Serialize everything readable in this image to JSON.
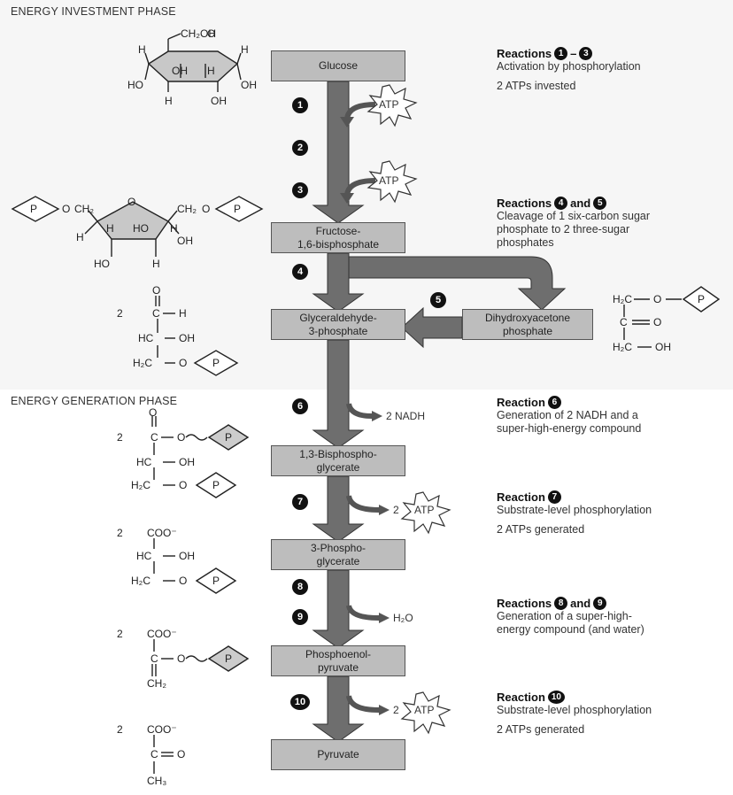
{
  "phases": {
    "investment": "ENERGY INVESTMENT PHASE",
    "generation": "ENERGY GENERATION PHASE"
  },
  "molecules": {
    "glucose": "Glucose",
    "f16bp_1": "Fructose-",
    "f16bp_2": "1,6-bisphosphate",
    "g3p_1": "Glyceraldehyde-",
    "g3p_2": "3-phosphate",
    "dhap_1": "Dihydroxyacetone",
    "dhap_2": "phosphate",
    "bpg_1": "1,3-Bisphospho-",
    "bpg_2": "glycerate",
    "pg3_1": "3-Phospho-",
    "pg3_2": "glycerate",
    "pep_1": "Phosphoenol-",
    "pep_2": "pyruvate",
    "pyruvate": "Pyruvate"
  },
  "steps": [
    "1",
    "2",
    "3",
    "4",
    "5",
    "6",
    "7",
    "8",
    "9",
    "10"
  ],
  "side_products": {
    "atp": "ATP",
    "nadh": "2 NADH",
    "water": "H₂O",
    "two": "2"
  },
  "reactions": {
    "r13": {
      "prefix": "Reactions",
      "n1": "1",
      "dash": "–",
      "n2": "3",
      "line1": "Activation by phosphorylation",
      "line2": "2 ATPs invested"
    },
    "r45": {
      "prefix": "Reactions",
      "n1": "4",
      "and": "and",
      "n2": "5",
      "line1": "Cleavage of 1 six-carbon sugar",
      "line2": "phosphate to 2 three-sugar",
      "line3": "phosphates"
    },
    "r6": {
      "prefix": "Reaction",
      "n1": "6",
      "line1": "Generation of 2 NADH and a",
      "line2": "super-high-energy compound"
    },
    "r7": {
      "prefix": "Reaction",
      "n1": "7",
      "line1": "Substrate-level phosphorylation",
      "line2": "2 ATPs generated"
    },
    "r89": {
      "prefix": "Reactions",
      "n1": "8",
      "and": "and",
      "n2": "9",
      "line1": "Generation of a super-high-",
      "line2": "energy compound (and water)"
    },
    "r10": {
      "prefix": "Reaction",
      "n1": "10",
      "line1": "Substrate-level phosphorylation",
      "line2": "2 ATPs generated"
    }
  },
  "chem": {
    "P": "P",
    "CH2OH": "CH₂OH",
    "H": "H",
    "OH": "OH",
    "HO": "HO",
    "O": "O",
    "CH2": "CH₂",
    "two": "2",
    "HC": "HC",
    "H2C": "H₂C",
    "C": "C",
    "COO": "COO⁻",
    "CH3": "CH₃"
  }
}
